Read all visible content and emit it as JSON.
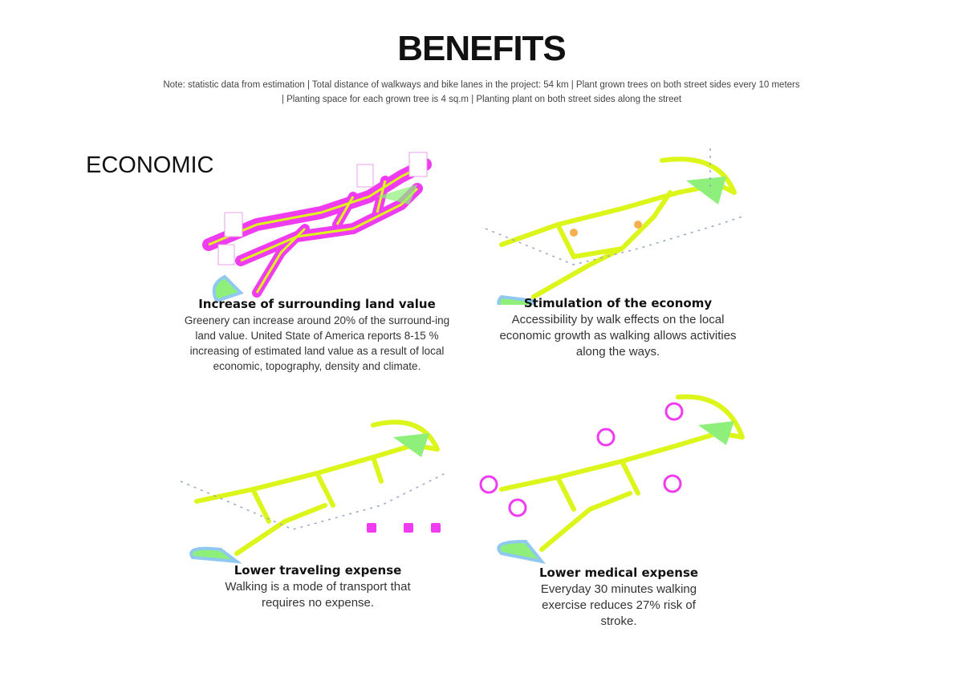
{
  "header": {
    "title": "BENEFITS",
    "note_line1": "Note: statistic data from estimation | Total distance of walkways and bike lanes in the project: 54 km | Plant grown trees on both street sides every 10 meters",
    "note_line2": "| Planting space for each grown tree is 4 sq.m | Planting plant on both street sides along the street"
  },
  "section": {
    "label": "ECONOMIC"
  },
  "benefits": [
    {
      "title": "Increase of surrounding land value",
      "body": "Greenery can increase around 20% of the surround-ing land value. United State of America reports 8-15 % increasing of estimated land value as a result of local economic, topography, density and climate."
    },
    {
      "title": "Stimulation of the economy",
      "body": "Accessibility by walk effects on the local economic growth as walking allows activities along the ways."
    },
    {
      "title": "Lower traveling expense",
      "body": "Walking is a mode of transport that requires no expense."
    },
    {
      "title": "Lower medical expense",
      "body": "Everyday 30 minutes walking exercise reduces 27% risk of stroke."
    }
  ],
  "colors": {
    "lime": "#dcf51a",
    "magenta": "#f03cf0",
    "green": "#8ef07a",
    "water": "#8fc8f0",
    "navy": "#1f2a4a"
  }
}
